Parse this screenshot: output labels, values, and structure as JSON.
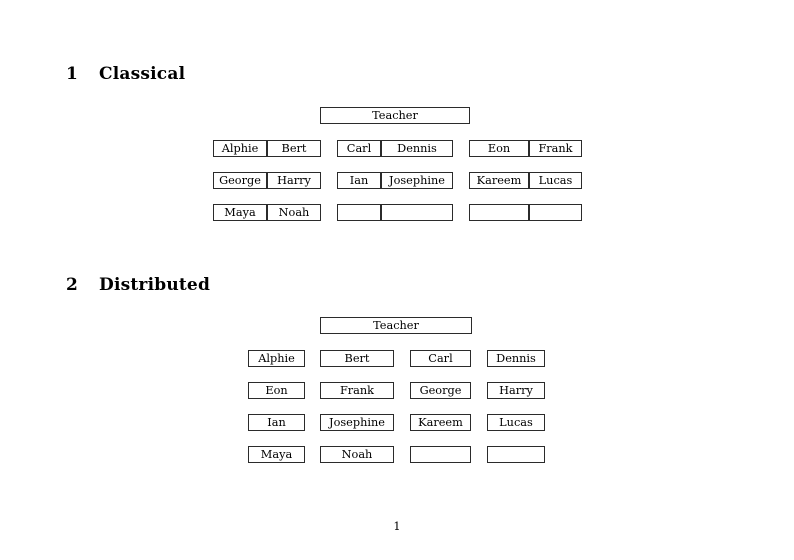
{
  "document": {
    "page_number": "1",
    "teacher_label": "Teacher"
  },
  "sections": [
    {
      "number": "1",
      "title": "Classical",
      "layout": "three groups of paired cells",
      "teacher": "Teacher",
      "groups": [
        {
          "group_index": 0,
          "rows": [
            {
              "left": "Alphie",
              "right": "Bert"
            },
            {
              "left": "George",
              "right": "Harry"
            },
            {
              "left": "Maya",
              "right": "Noah"
            }
          ]
        },
        {
          "group_index": 1,
          "rows": [
            {
              "left": "Carl",
              "right": "Dennis"
            },
            {
              "left": "Ian",
              "right": "Josephine"
            },
            {
              "left": "",
              "right": ""
            }
          ]
        },
        {
          "group_index": 2,
          "rows": [
            {
              "left": "Eon",
              "right": "Frank"
            },
            {
              "left": "Kareem",
              "right": "Lucas"
            },
            {
              "left": "",
              "right": ""
            }
          ]
        }
      ]
    },
    {
      "number": "2",
      "title": "Distributed",
      "layout": "four columns of single cells",
      "teacher": "Teacher",
      "rows": [
        [
          "Alphie",
          "Bert",
          "Carl",
          "Dennis"
        ],
        [
          "Eon",
          "Frank",
          "George",
          "Harry"
        ],
        [
          "Ian",
          "Josephine",
          "Kareem",
          "Lucas"
        ],
        [
          "Maya",
          "Noah",
          "",
          ""
        ]
      ]
    }
  ],
  "colors": {
    "page_background": "#ffffff",
    "text": "#000000",
    "box_border": "#2b2b2b"
  }
}
